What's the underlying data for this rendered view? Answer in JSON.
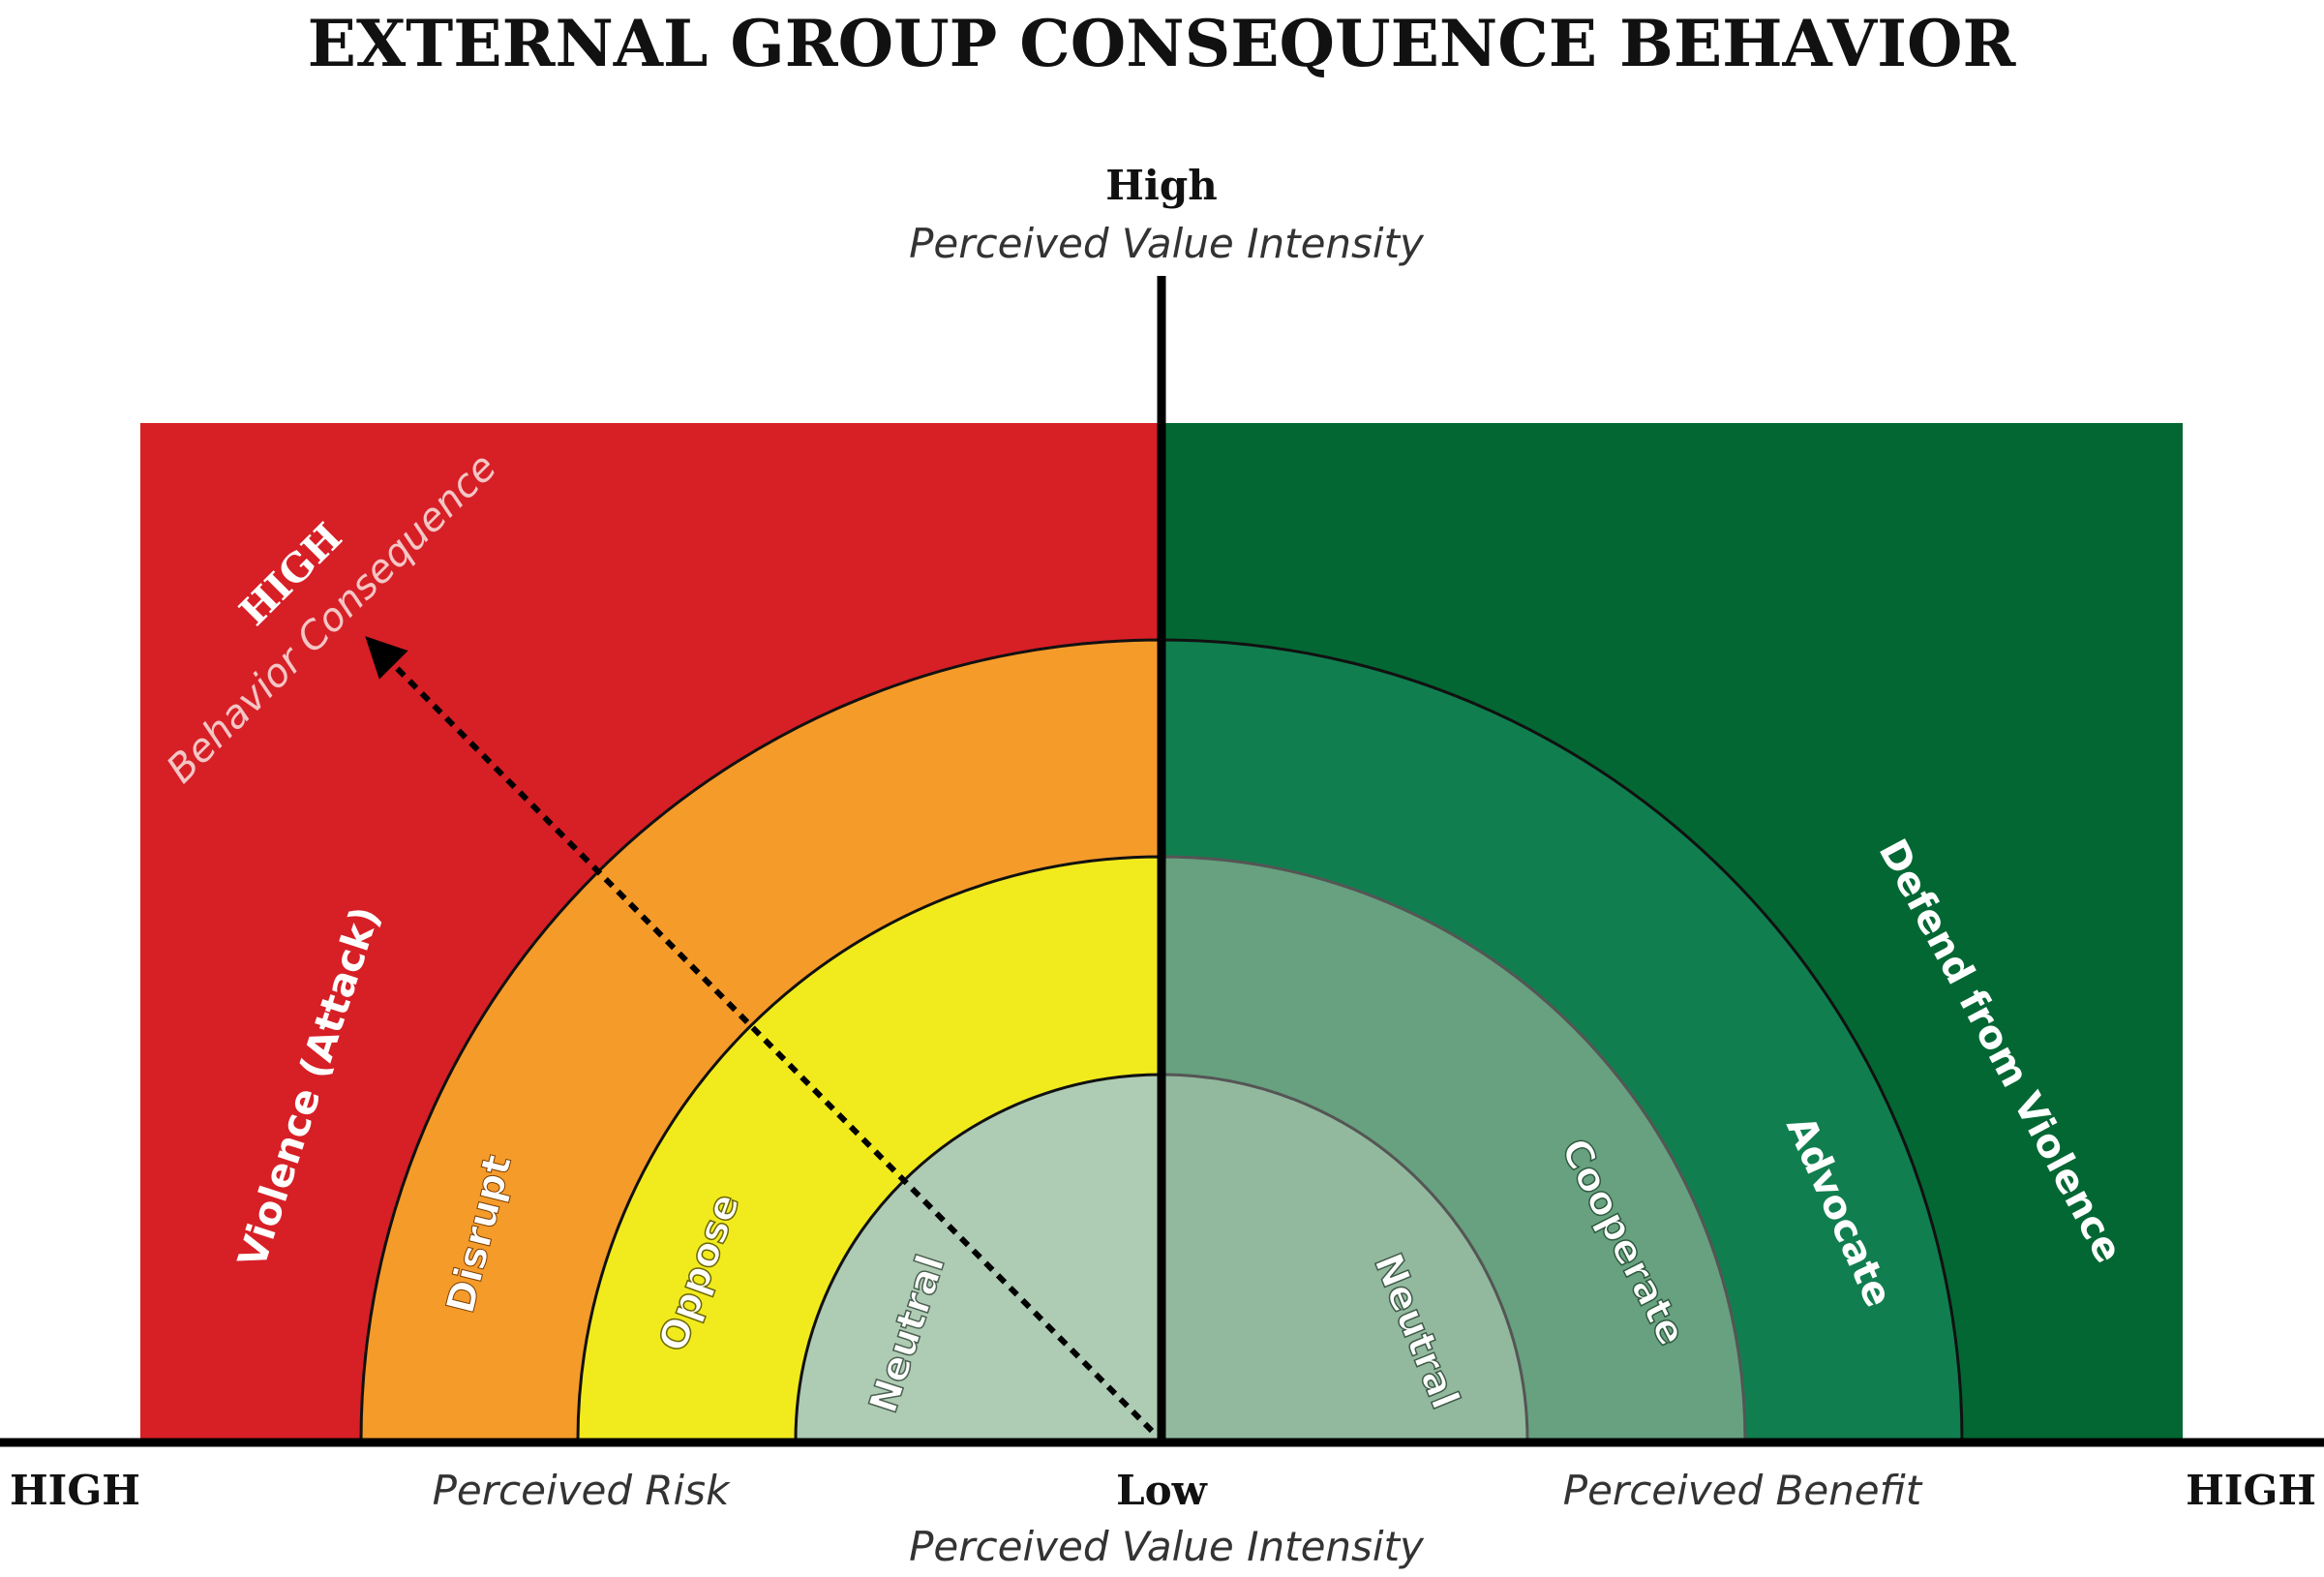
{
  "title": "EXTERNAL GROUP CONSEQUENCE BEHAVIOR",
  "top_axis": {
    "level": "High",
    "label": "Perceived Value Intensity"
  },
  "bottom_axis": {
    "level": "Low",
    "label": "Perceived Value Intensity"
  },
  "left_axis": {
    "level": "HIGH",
    "label": "Perceived Risk"
  },
  "right_axis": {
    "level": "HIGH",
    "label": "Perceived Benefit"
  },
  "arrow_label": {
    "level": "HIGH",
    "label": "Behavior Consequence"
  },
  "risk_side": {
    "background_color": "#d71f26",
    "bands": [
      {
        "label": "Violence (Attack)",
        "color": "#d71f26"
      },
      {
        "label": "Disrupt",
        "color": "#f59b2a"
      },
      {
        "label": "Oppose",
        "color": "#f1eb1d"
      },
      {
        "label": "Neutral",
        "color": "#aecbb4"
      }
    ]
  },
  "benefit_side": {
    "background_color": "#036733",
    "bands": [
      {
        "label": "Defend from Violence",
        "color": "#036733"
      },
      {
        "label": "Advocate",
        "color": "#117e50"
      },
      {
        "label": "Cooperate",
        "color": "#67a17f"
      },
      {
        "label": "Neutral",
        "color": "#92b99e"
      }
    ]
  }
}
